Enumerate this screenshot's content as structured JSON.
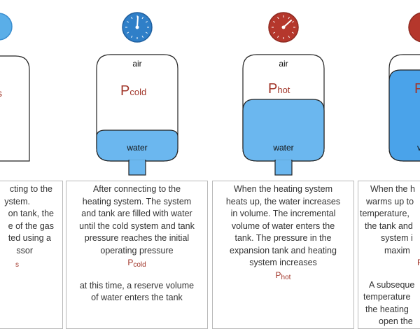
{
  "labels": {
    "air": "air",
    "water": "water",
    "p": "P",
    "cold": "cold",
    "hot": "hot"
  },
  "panels": [
    {
      "id": "panel-1",
      "caption": [
        "cting to the",
        "ystem.",
        "on tank, the",
        "e of the gas",
        "ted using a",
        "ssor"
      ],
      "p_sub": "s"
    },
    {
      "id": "panel-2",
      "caption": [
        "After connecting to the",
        "heating system. The system",
        "and tank are filled with water",
        "until the cold system and tank",
        "pressure reaches the initial",
        "operating pressure"
      ],
      "p_sub": "cold",
      "caption2": [
        "at this time, a reserve volume",
        "of water enters the tank"
      ]
    },
    {
      "id": "panel-3",
      "caption": [
        "When the heating system",
        "heats up, the water increases",
        "in volume. The incremental",
        "volume of water enters the",
        "tank. The pressure in the",
        "expansion tank and heating",
        "system increases"
      ],
      "p_sub": "hot"
    },
    {
      "id": "panel-4",
      "caption": [
        "When the h",
        "warms up to",
        "temperature,",
        "the tank and",
        "system i",
        "maxim"
      ],
      "p_label": "P",
      "caption2": [
        "A subseque",
        "temperature",
        "the heating",
        "open the"
      ]
    }
  ],
  "colors": {
    "cold_gauge": "#2f7fc8",
    "light_gauge": "#5aaee8",
    "hot_gauge": "#b5372c",
    "water": "#6bb7ef",
    "pressure_text": "#a1362a"
  }
}
